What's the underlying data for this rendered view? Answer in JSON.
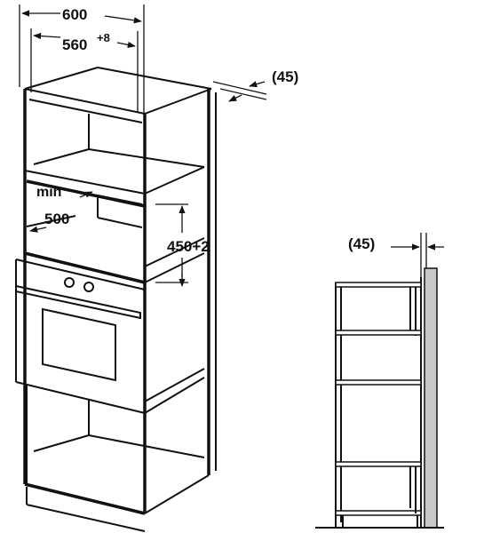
{
  "labels": {
    "overall_width": "600",
    "niche_width": "560",
    "niche_width_tolerance": "+8",
    "rear_gap_main": "(45)",
    "min_text": "min",
    "min_depth": "500",
    "niche_height": "450+2",
    "rear_gap_side": "(45)"
  },
  "colors": {
    "lines": "#111111",
    "wall": "#c8c8c8",
    "background": "#ffffff"
  }
}
